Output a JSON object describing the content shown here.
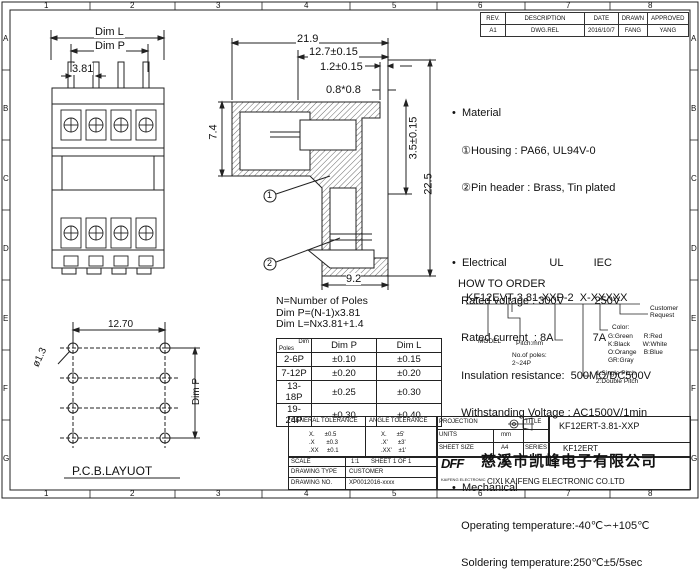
{
  "border": {
    "top_numbers": [
      "1",
      "2",
      "3",
      "4",
      "5",
      "6",
      "7",
      "8"
    ],
    "side_letters": [
      "A",
      "B",
      "C",
      "D",
      "E",
      "F",
      "G"
    ]
  },
  "front_view": {
    "dim_l": "Dim L",
    "dim_p": "Dim P",
    "pitch": "3.81"
  },
  "side_view": {
    "d1": "21.9",
    "d2": "12.7±0.15",
    "d3": "1.2±0.15",
    "d4": "0.8*0.8",
    "d5": "7.4",
    "d6": "3.5±0.15",
    "d7": "22.5",
    "d8": "9.2",
    "callout1": "1",
    "callout2": "2"
  },
  "specs": {
    "lines": [
      "•  Material",
      "   ①Housing : PA66, UL94V-0",
      "   ②Pin header : Brass, Tin plated",
      "",
      "•  Electrical              UL          IEC",
      "   Rated voltage : 300V          250V",
      "   Rated current  : 8A             7A",
      "   Insulation resistance:  500MΩ/DC500V",
      "   Withstanding Voltage : AC1500V/1min",
      "",
      "•  Mechanical",
      "   Operating temperature:-40℃∽+105℃",
      "   Soldering temperature:250℃±5/5sec"
    ]
  },
  "order": {
    "heading": "HOW TO ORDER",
    "code": "KF12EVT-3.81-XXP-2  X-XXXXX",
    "customer": "Customer\nRequest",
    "color_title": "Color:",
    "colors": "G:Green      R:Red\nK:Black       W:White\nO:Orange    B:Blue\nGR:Gray",
    "pitch_opt": "1:Single Pitch\n2:Double Pitch",
    "poles": "No.of poles:\n2~24P",
    "pitch": "Pitch:mm",
    "model": "MODEL"
  },
  "formula": {
    "l1": "N=Number of Poles",
    "l2": "Dim P=(N-1)x3.81",
    "l3": "Dim L=Nx3.81+1.4"
  },
  "pole_table": {
    "corner_top": "Dim",
    "corner_bot": "Poles",
    "headers": [
      "Dim P",
      "Dim L"
    ],
    "rows": [
      [
        "2-6P",
        "±0.10",
        "±0.15"
      ],
      [
        "7-12P",
        "±0.20",
        "±0.20"
      ],
      [
        "13-18P",
        "±0.25",
        "±0.30"
      ],
      [
        "19-24P",
        "±0.30",
        "±0.40"
      ]
    ]
  },
  "pcb": {
    "d1": "12.70",
    "d2": "ø1.3",
    "dim_p": "Dim P",
    "title": "P.C.B.LAYUOT"
  },
  "revision": {
    "headers": [
      "REV.",
      "DESCRIPTION",
      "DATE",
      "DRAWN",
      "APPROVED"
    ],
    "row": [
      "A1",
      "DWG.REL",
      "2016/10/7",
      "FANG",
      "YANG"
    ]
  },
  "title_block": {
    "gen_tol": "GENERAL TOLERANCE",
    "ang_tol": "ANGLE TOLERANCE",
    "gen_vals": "X.      ±0.5\n.X       ±0.3\n.XX     ±0.1",
    "ang_vals": "X.      ±5'\n.X'      ±3'\n.XX'    ±1'",
    "projection": "PROJECTION",
    "units": "UNITS",
    "units_val": "mm",
    "sheet_size": "SHEET SIZE",
    "sheet_size_val": "A4",
    "title_label": "TITLE",
    "title_val": "KF12ERT-3.81-XXP",
    "series_label": "SERIES",
    "series_val": "KF12ERT",
    "scale": "SCALE",
    "scale_val": "1:1",
    "sheet": "SHEET",
    "sheet_val": "1  OF  1",
    "drawing_type": "DRAWING TYPE",
    "drawing_type_val": "CUSTOMER",
    "drawing_no": "DRAWING NO.",
    "drawing_no_val": "XP0012016-xxxx",
    "company_cn": "慈溪市凯峰电子有限公司",
    "company_en": "CIXI  KAIFENG  ELECTRONIC  CO.LTD",
    "logo": "DFF",
    "logo_sub": "KAIFENG ELECTRONIC"
  }
}
